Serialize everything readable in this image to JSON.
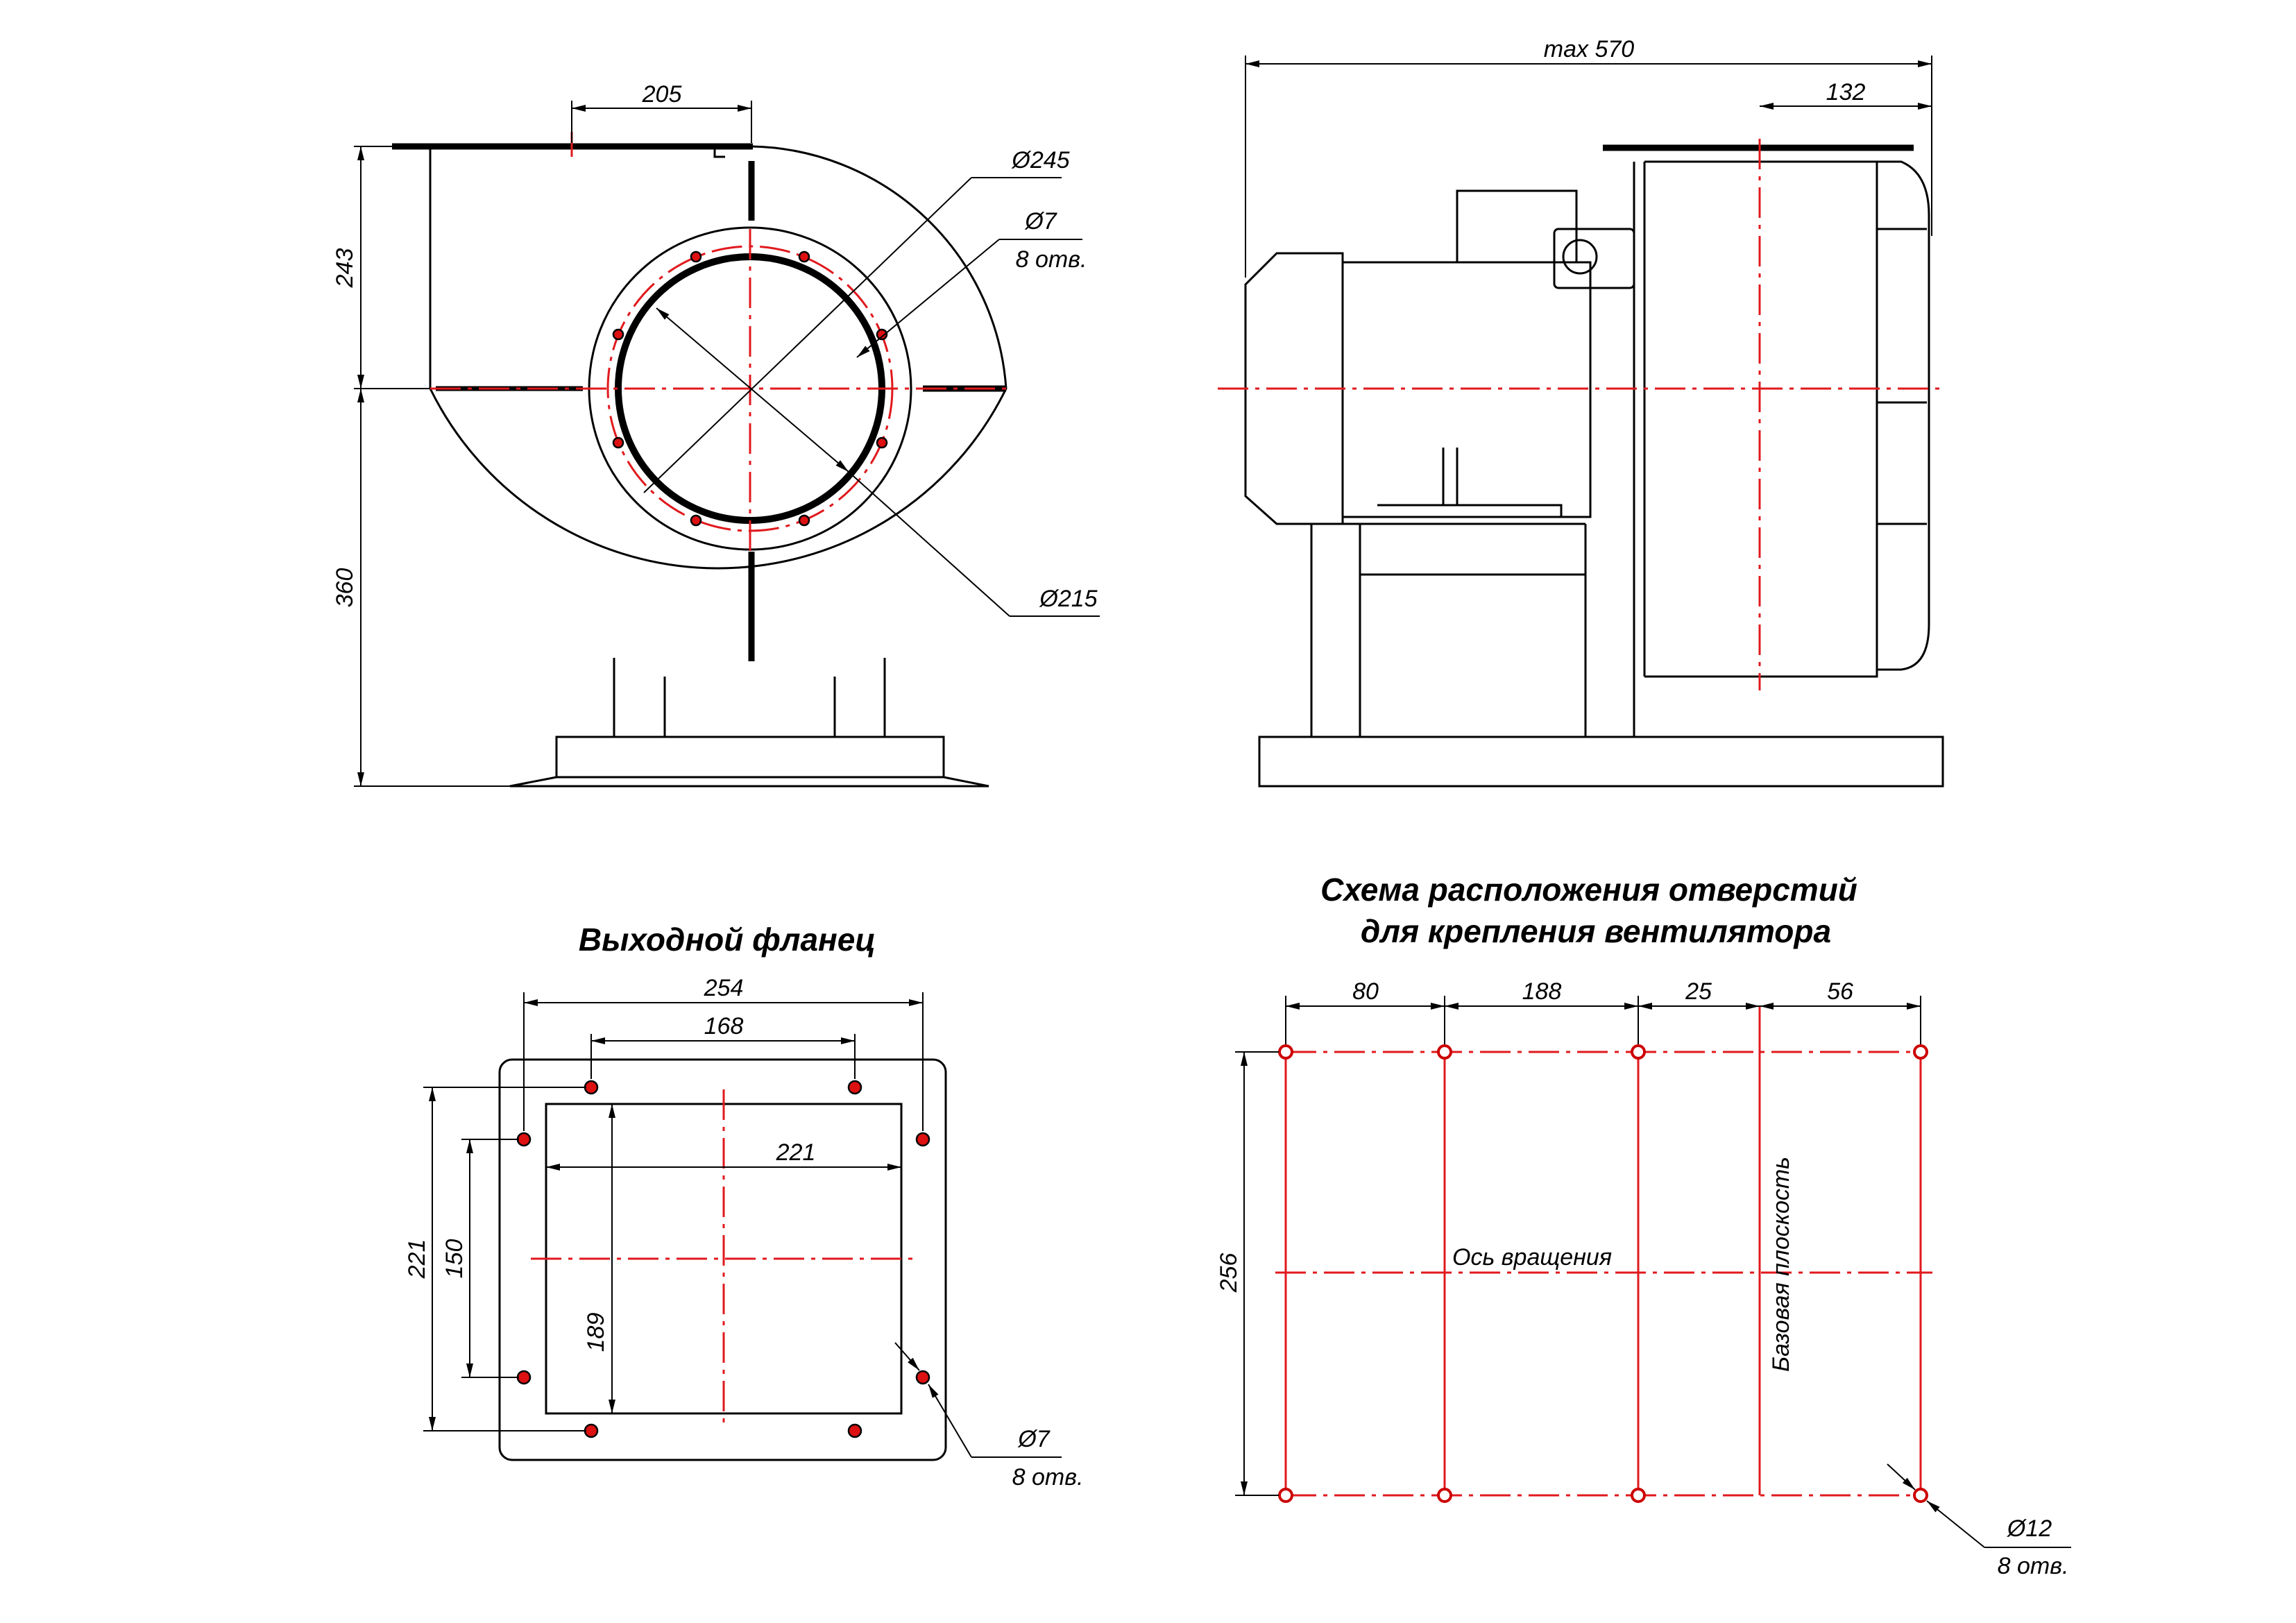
{
  "front_view": {
    "dim_outlet_offset": "205",
    "dim_housing_dia": "Ø245",
    "dim_hole_dia": "Ø7",
    "dim_hole_count": "8 отв.",
    "dim_inlet_dia": "Ø215",
    "dim_height_top": "243",
    "dim_height_bottom": "360"
  },
  "side_view": {
    "dim_total_length": "max 570",
    "dim_flange_offset": "132"
  },
  "outlet_flange": {
    "title": "Выходной фланец",
    "dim_outer_width": "254",
    "dim_hole_span_top": "168",
    "dim_inner_width": "221",
    "dim_outer_height": "221",
    "dim_hole_span_side": "150",
    "dim_inner_height": "189",
    "dim_hole_dia": "Ø7",
    "dim_hole_count": "8 отв."
  },
  "mounting_scheme": {
    "title_line1": "Схема расположения отверстий",
    "title_line2": "для крепления вентилятора",
    "dim_segments": [
      "80",
      "188",
      "25",
      "56"
    ],
    "dim_height": "256",
    "label_rotation_axis": "Ось вращения",
    "label_base_plane": "Базовая плоскость",
    "dim_hole_dia": "Ø12",
    "dim_hole_count": "8 отв."
  },
  "colors": {
    "line": "#000000",
    "axis_red": "#e0191d",
    "hole_red": "#dd1111"
  }
}
